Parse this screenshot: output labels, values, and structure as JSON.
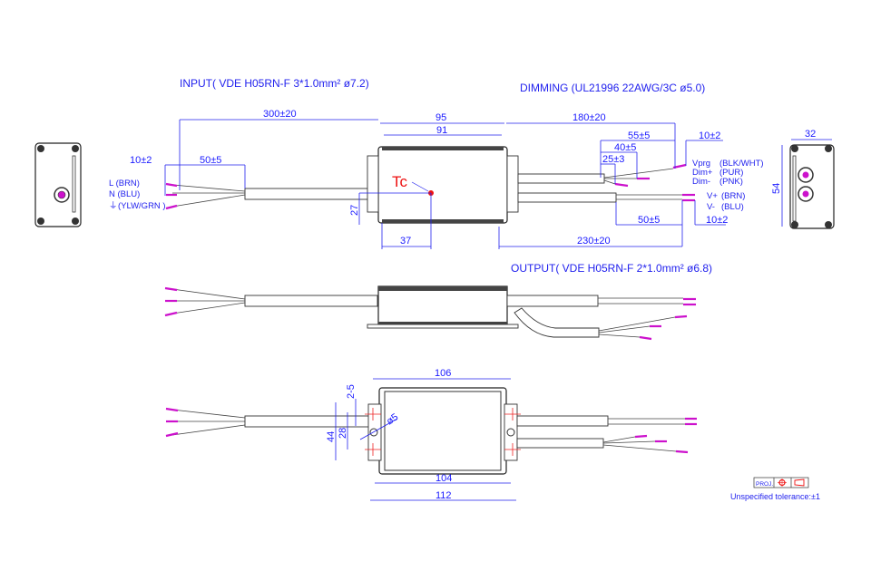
{
  "headers": {
    "input": "INPUT( VDE H05RN-F 3*1.0mm² ø7.2)",
    "dimming": "DIMMING (UL21996 22AWG/3C ø5.0)",
    "output": "OUTPUT( VDE H05RN-F 2*1.0mm² ø6.8)"
  },
  "input_wires": [
    "L (BRN)",
    "N (BLU)",
    "(YLW/GRN )"
  ],
  "dimming_wires": [
    {
      "name": "Vprg",
      "color": "(BLK/WHT)"
    },
    {
      "name": "Dim+",
      "color": "(PUR)"
    },
    {
      "name": "Dim-",
      "color": "(PNK)"
    }
  ],
  "output_wires": [
    {
      "name": "V+",
      "color": "(BRN)"
    },
    {
      "name": "V-",
      "color": "(BLU)"
    }
  ],
  "tc_label": "Tc",
  "dimensions_top": {
    "input_cable": "300±20",
    "input_strip": "10±2",
    "input_jacket": "50±5",
    "body_outer": "95",
    "body_inner": "91",
    "dim_cable": "180±20",
    "dim_55": "55±5",
    "dim_40": "40±5",
    "dim_25": "25±3",
    "dim_strip": "10±2",
    "tc_y": "27",
    "tc_x": "37",
    "out_jacket": "50±5",
    "out_strip": "10±2",
    "out_cable": "230±20",
    "end_width": "32",
    "end_height": "54"
  },
  "dimensions_bottom": {
    "top_width": "106",
    "hole_slot": "2-5",
    "hole_dia": "ø5",
    "outer_h": "44",
    "hole_pitch": "28",
    "inner_w": "104",
    "overall_w": "112"
  },
  "projection_label": "PROJ.",
  "tolerance_note": "Unspecified tolerance:±1",
  "colors": {
    "dimension": "#2222ee",
    "wire_tip": "#cc11cc",
    "tc": "#ee1111"
  }
}
